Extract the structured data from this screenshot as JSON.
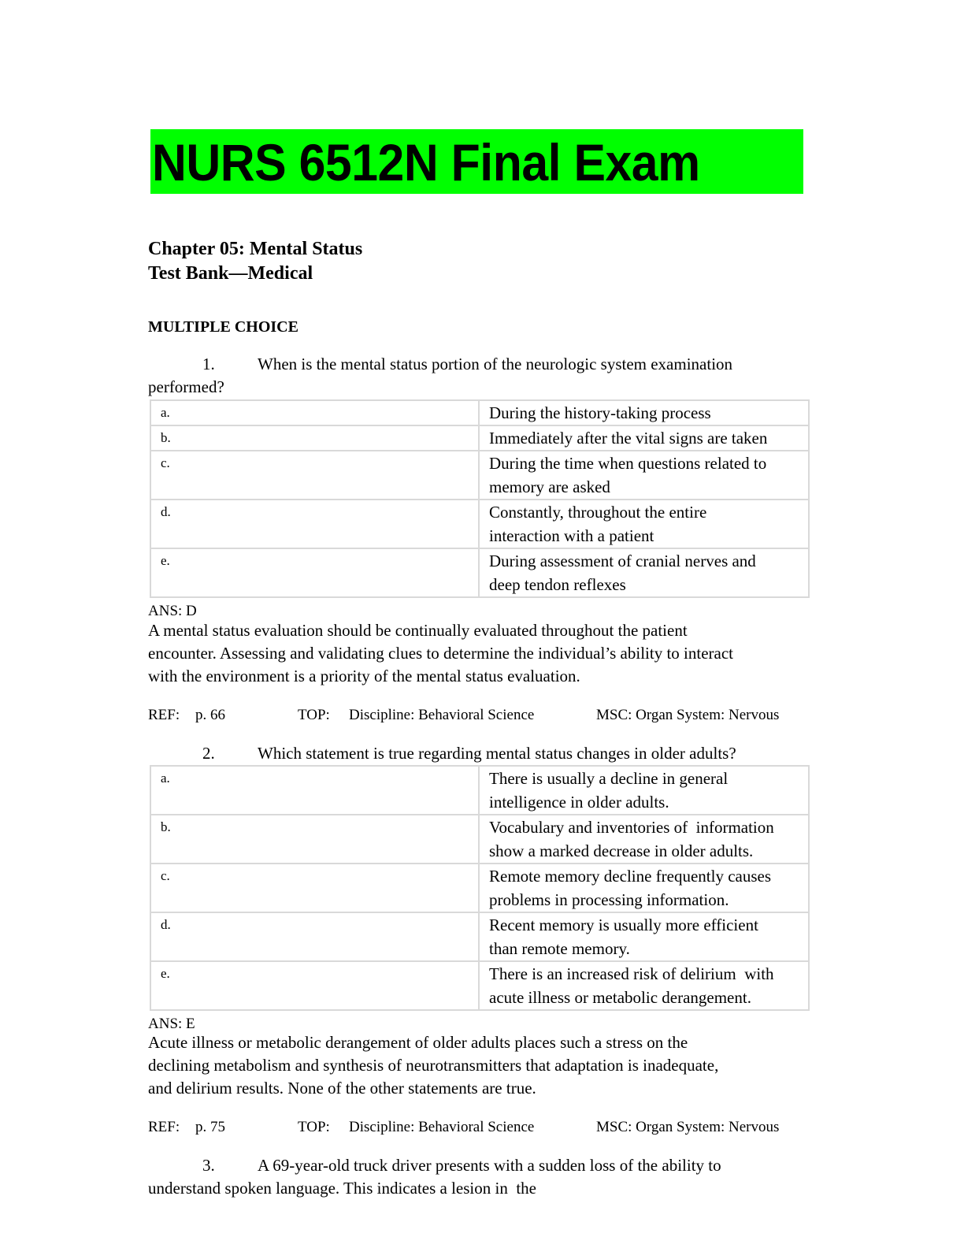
{
  "document": {
    "title": "NURS 6512N Final Exam",
    "title_highlight_color": "#00ff00",
    "chapter": "Chapter 05: Mental Status",
    "subtitle": "Test Bank—Medical",
    "section": "MULTIPLE CHOICE"
  },
  "questions": [
    {
      "number": "1.",
      "stem_line1": "When is the mental status portion of the neurologic system examination",
      "stem_line2": "performed?",
      "options": [
        {
          "letter": "a.",
          "text": [
            "During the history-taking process"
          ]
        },
        {
          "letter": "b.",
          "text": [
            "Immediately after the vital signs are taken"
          ]
        },
        {
          "letter": "c.",
          "text": [
            "During the time when questions related to",
            "memory are asked"
          ]
        },
        {
          "letter": "d.",
          "text": [
            "Constantly, throughout the entire",
            "interaction with a patient"
          ]
        },
        {
          "letter": "e.",
          "text": [
            "During assessment of cranial nerves and",
            "deep tendon reflexes"
          ]
        }
      ],
      "answer": "ANS: D",
      "rationale": [
        "A mental status evaluation should be continually evaluated throughout the patient",
        "encounter. Assessing and validating clues to determine the individual’s ability to interact",
        "with the environment is a priority of the mental status evaluation."
      ],
      "ref_label": "REF:",
      "ref_value": "p. 66",
      "top_label": "TOP:",
      "top_value": "Discipline: Behavioral Science",
      "msc": "MSC: Organ System: Nervous"
    },
    {
      "number": "2.",
      "stem_line1": "Which statement is true regarding mental status changes in older adults?",
      "options": [
        {
          "letter": "a.",
          "text": [
            "There is usually a decline in general",
            "intelligence in older adults."
          ]
        },
        {
          "letter": "b.",
          "text": [
            "Vocabulary and inventories of  information",
            "show a marked decrease in older adults."
          ]
        },
        {
          "letter": "c.",
          "text": [
            "Remote memory decline frequently causes",
            "problems in processing information."
          ]
        },
        {
          "letter": "d.",
          "text": [
            "Recent memory is usually more efficient",
            "than remote memory."
          ]
        },
        {
          "letter": "e.",
          "text": [
            "There is an increased risk of delirium  with",
            "acute illness or metabolic derangement."
          ]
        }
      ],
      "answer": "ANS: E",
      "rationale": [
        "Acute illness or metabolic derangement of older adults places such a stress on the",
        "declining metabolism and synthesis of neurotransmitters that adaptation is inadequate,",
        "and delirium results. None of the other statements are true."
      ],
      "ref_label": "REF:",
      "ref_value": "p. 75",
      "top_label": "TOP:",
      "top_value": "Discipline: Behavioral Science",
      "msc": "MSC: Organ System: Nervous"
    },
    {
      "number": "3.",
      "stem_line1": "A 69-year-old truck driver presents with a sudden loss of the ability to",
      "stem_line2": "understand spoken language. This indicates a lesion in  the"
    }
  ]
}
